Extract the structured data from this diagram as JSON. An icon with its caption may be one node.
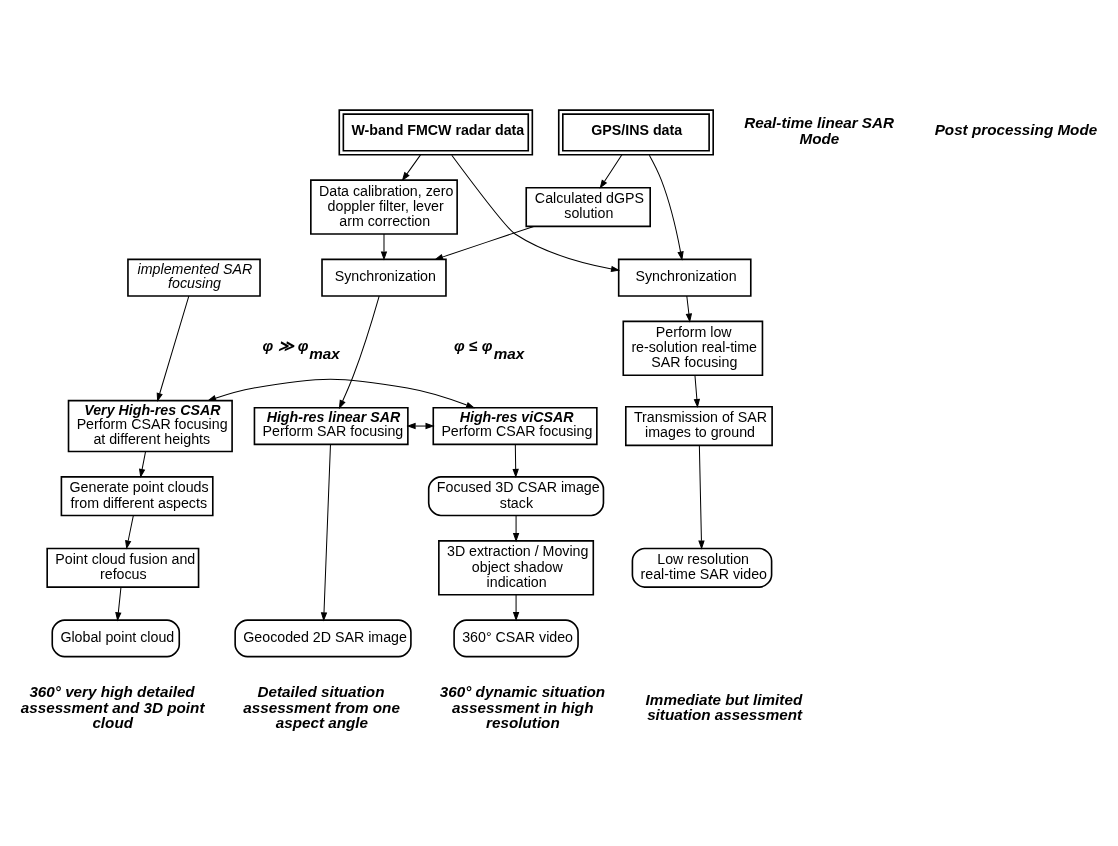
{
  "diagram": {
    "nodes": [
      {
        "text": [
          "GPS/INS data"
        ]
      },
      {
        "text": [
          "W-band FMCW radar data"
        ]
      },
      {
        "text": [
          "Data calibration, zero doppler filter, lever arm correction"
        ]
      },
      {
        "text": [
          "Calculated dGPS solution"
        ]
      },
      {
        "text": [
          "Synchronization"
        ]
      },
      {
        "text": [
          "Perform low re-solution real-time SAR focusing"
        ]
      },
      {
        "text": [
          "Transmission of SAR images to ground"
        ]
      },
      {
        "text": [
          "Low resolution real-time SAR video"
        ]
      },
      {
        "text": [
          "implemented SAR focusing"
        ]
      },
      {
        "text": [
          "Synchronization"
        ]
      },
      {
        "text": [
          "High-res linear SAR",
          "Perform SAR focusing"
        ]
      },
      {
        "text": [
          "High-res viCSAR",
          "Perform CSAR focusing"
        ]
      },
      {
        "text": [
          "Very High-res CSAR",
          "Perform CSAR focusing at different heights"
        ]
      },
      {
        "text": [
          "Geocoded 2D SAR image"
        ]
      },
      {
        "text": [
          "Focused 3D CSAR image stack"
        ]
      },
      {
        "text": [
          "3D extraction / Moving object shadow indication"
        ]
      },
      {
        "text": [
          "360° CSAR video"
        ]
      },
      {
        "text": [
          "Generate point clouds from different aspects"
        ]
      },
      {
        "text": [
          "Point cloud fusion and refocus"
        ]
      },
      {
        "text": [
          "Global point cloud"
        ]
      }
    ],
    "edges": [
      {
        "from": 0,
        "to": 4,
        "arrow": "to"
      },
      {
        "from": 1,
        "to": 4,
        "arrow": "to"
      },
      {
        "from": 0,
        "to": 3,
        "arrow": "to"
      },
      {
        "from": 1,
        "to": 2,
        "arrow": "to"
      },
      {
        "from": 2,
        "to": 9,
        "arrow": "to"
      },
      {
        "from": 3,
        "to": 9,
        "arrow": "to"
      },
      {
        "from": 4,
        "to": 5,
        "arrow": "to"
      },
      {
        "from": 5,
        "to": 6,
        "arrow": "to"
      },
      {
        "from": 6,
        "to": 7,
        "arrow": "to"
      },
      {
        "from": 9,
        "to": 10,
        "arrow": "to"
      },
      {
        "from": 8,
        "to": 12,
        "arrow": "to"
      },
      {
        "from": 10,
        "to": 11,
        "arrow": "both"
      },
      {
        "from": 11,
        "to": 12,
        "arrow": "both"
      },
      {
        "from": 10,
        "to": 13,
        "arrow": "to"
      },
      {
        "from": 11,
        "to": 14,
        "arrow": "to"
      },
      {
        "from": 14,
        "to": 15,
        "arrow": "to"
      },
      {
        "from": 15,
        "to": 16,
        "arrow": "to"
      },
      {
        "from": 12,
        "to": 17,
        "arrow": "to"
      },
      {
        "from": 17,
        "to": 18,
        "arrow": "to"
      },
      {
        "from": 18,
        "to": 19,
        "arrow": "to"
      }
    ],
    "labels": [
      "Real-time linear SAR Mode",
      "Post processing Mode",
      "φ ≤ φ$_{max}$",
      "φ ≫ φ$_{max}$",
      "Immediate but limited situation assessment",
      "Detailed situation assessment from one aspect angle",
      "360° dynamic situation assessment in high resolution",
      "360° very high detailed assessment and 3D point cloud"
    ]
  }
}
